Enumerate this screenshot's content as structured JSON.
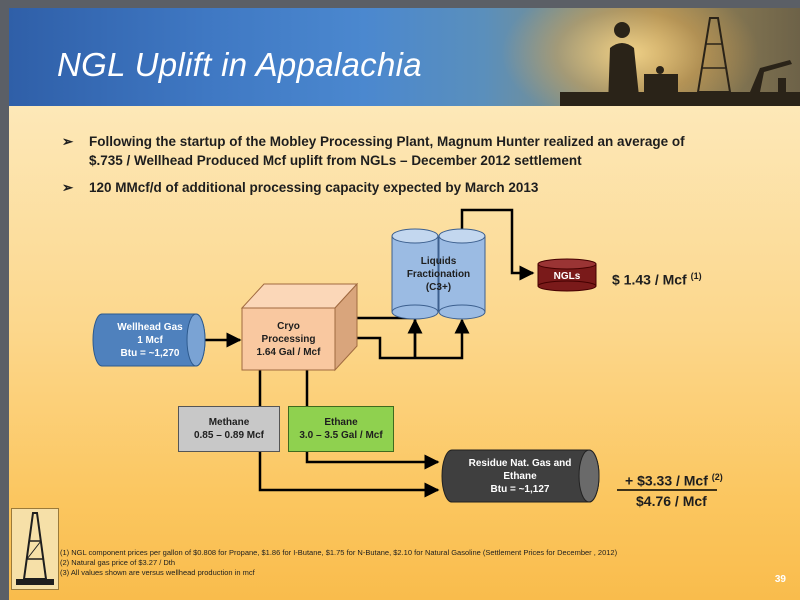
{
  "title": "NGL Uplift in Appalachia",
  "bullets": [
    {
      "line1": "Following the startup of the Mobley Processing Plant, Magnum Hunter realized an average of",
      "line2": "$.735 / Wellhead Produced Mcf uplift from NGLs – December 2012 settlement"
    },
    {
      "line1": "120 MMcf/d of additional processing capacity expected by March 2013"
    }
  ],
  "bullet_mark": "➢",
  "diagram": {
    "wellhead": {
      "l1": "Wellhead Gas",
      "l2": "1 Mcf",
      "l3": "Btu = ~1,270"
    },
    "cryo": {
      "l1": "Cryo",
      "l2": "Processing",
      "l3": "1.64 Gal / Mcf"
    },
    "fractionation": {
      "l1": "Liquids",
      "l2": "Fractionation",
      "l3": "(C3+)"
    },
    "ngls": {
      "label": "NGLs"
    },
    "methane": {
      "l1": "Methane",
      "l2": "0.85 – 0.89 Mcf"
    },
    "ethane": {
      "l1": "Ethane",
      "l2": "3.0 – 3.5 Gal / Mcf"
    },
    "residue": {
      "l1": "Residue Nat. Gas and",
      "l2": "Ethane",
      "l3": "Btu = ~1,127"
    }
  },
  "prices": {
    "ngl": "$ 1.43 / Mcf",
    "ngl_note": "(1)",
    "gas": "+ $3.33 / Mcf",
    "gas_note": "(2)",
    "total": "$4.76 / Mcf"
  },
  "footnotes": [
    "(1) NGL component prices per gallon of $0.808 for Propane, $1.86 for I-Butane, $1.75 for N-Butane, $2.10 for Natural Gasoline (Settlement Prices for December , 2012)",
    "(2) Natural gas price of $3.27 / Dth",
    "(3) All values shown are versus wellhead production in mcf"
  ],
  "page_number": "39",
  "colors": {
    "wellhead": "#4f81bd",
    "cryo": "#f9c8a0",
    "fractionation": "#9bbbe3",
    "ngls": "#7a1a1a",
    "methane": "#c8c8c8",
    "ethane": "#8fd14f",
    "residue": "#3f3f3f"
  }
}
